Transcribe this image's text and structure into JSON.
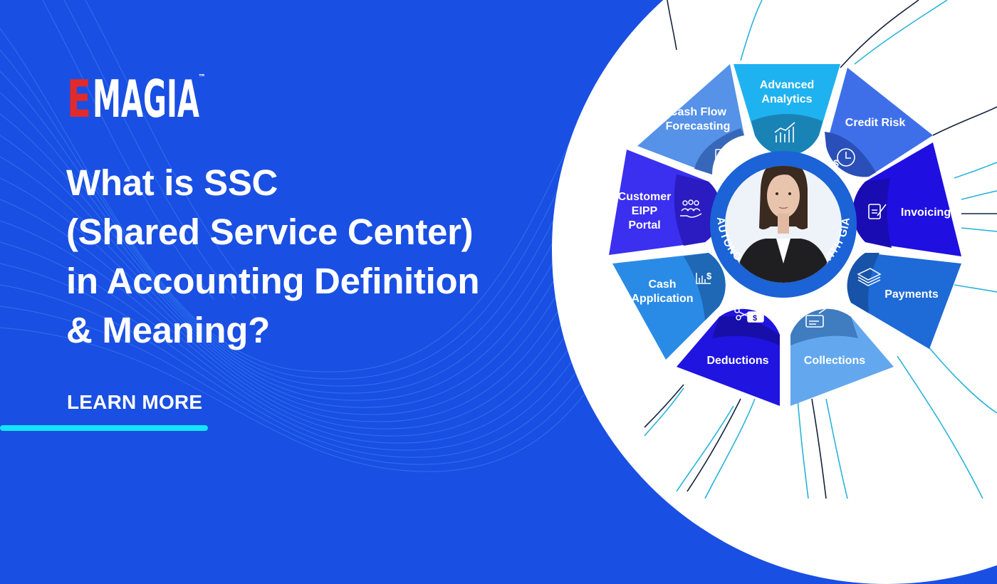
{
  "brand": {
    "logo_first_letter": "E",
    "logo_rest": "MAGIA",
    "trademark": "™",
    "colors": {
      "background": "#1a4fe3",
      "logo_accent": "#e22a2a",
      "underline": "#12e6f7",
      "text": "#ffffff"
    }
  },
  "headline": {
    "lines": [
      "What is SSC",
      "(Shared Service Center)",
      "in Accounting Definition",
      "& Meaning?"
    ]
  },
  "cta": {
    "label": "LEARN MORE"
  },
  "wheel": {
    "center_ring_text": "AUTONOMOUS FINANCE WITH GIA",
    "center_image": "avatar-gia",
    "segments": [
      {
        "label": "Advanced Analytics",
        "lines": [
          "Advanced",
          "Analytics"
        ],
        "icon": "growth-chart-icon",
        "color": "#1fb2f0",
        "inner_color": "#1a83b5"
      },
      {
        "label": "Credit Risk",
        "lines": [
          "Credit Risk"
        ],
        "icon": "dollar-clock-icon",
        "color": "#3f6fe8",
        "inner_color": "#2a4fb8"
      },
      {
        "label": "Invoicing",
        "lines": [
          "Invoicing"
        ],
        "icon": "invoice-sign-icon",
        "color": "#1f0fe0",
        "inner_color": "#1a0cb3"
      },
      {
        "label": "Payments",
        "lines": [
          "Payments"
        ],
        "icon": "cash-stack-icon",
        "color": "#1e6ad6",
        "inner_color": "#1753a8"
      },
      {
        "label": "Collections",
        "lines": [
          "Collections"
        ],
        "icon": "card-hand-icon",
        "color": "#63a8ef",
        "inner_color": "#3f7cc0"
      },
      {
        "label": "Deductions",
        "lines": [
          "Deductions"
        ],
        "icon": "scissors-dollar-icon",
        "color": "#1f14e0",
        "inner_color": "#170fa8"
      },
      {
        "label": "Cash Application",
        "lines": [
          "Cash",
          "Application"
        ],
        "icon": "bars-dollar-icon",
        "color": "#2a8be6",
        "inner_color": "#1e68b5"
      },
      {
        "label": "Customer EIPP Portal",
        "lines": [
          "Customer",
          "EIPP",
          "Portal"
        ],
        "icon": "people-hand-icon",
        "color": "#3b2ff0",
        "inner_color": "#2a1cc0"
      },
      {
        "label": "Cash Flow Forecasting",
        "lines": [
          "Cash Flow",
          "Forecasting"
        ],
        "icon": "money-bill-icon",
        "color": "#5592e8",
        "inner_color": "#3767b8"
      }
    ]
  }
}
